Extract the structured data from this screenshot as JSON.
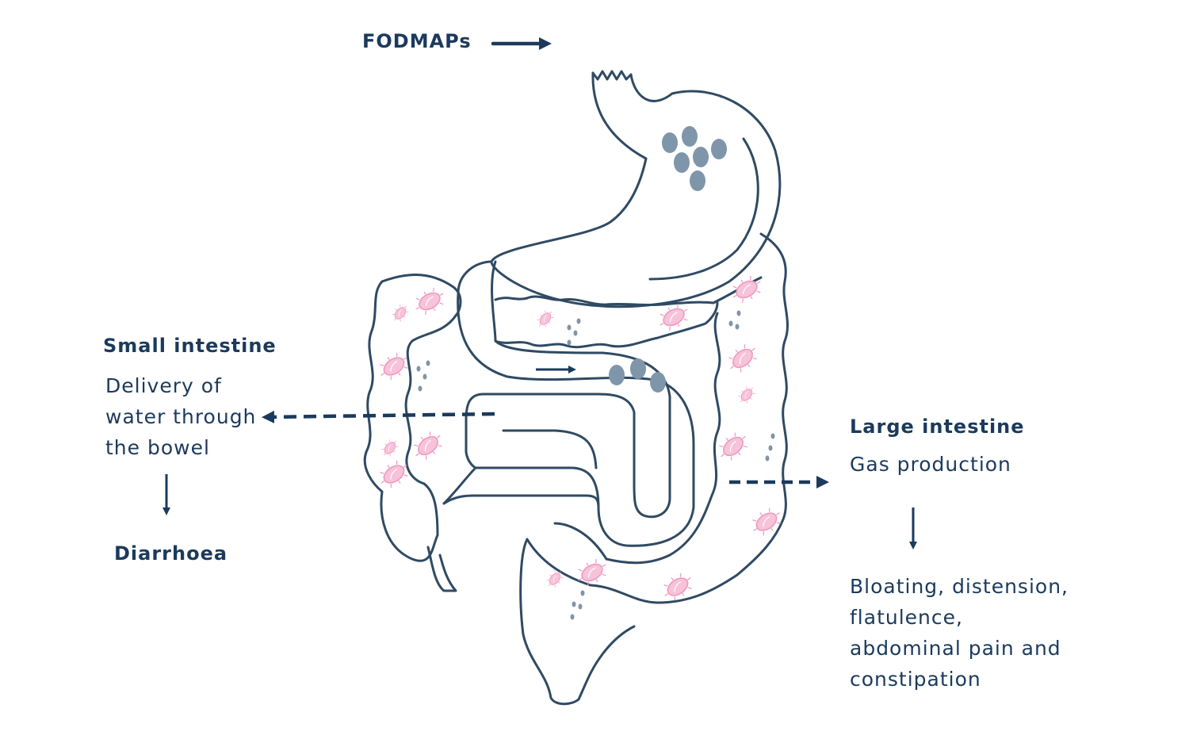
{
  "labels": {
    "fodmaps": "FODMAPs",
    "small_intestine": {
      "title": "Small intestine",
      "description_lines": [
        "Delivery of",
        "water through",
        "the bowel"
      ],
      "outcome": "Diarrhoea"
    },
    "large_intestine": {
      "title": "Large intestine",
      "description": "Gas production",
      "outcome_lines": [
        "Bloating, distension,",
        "flatulence,",
        "abdominal pain and",
        "constipation"
      ]
    }
  },
  "colors": {
    "ink": "#1b3a5c",
    "outline": "#2f4a63",
    "food_particle": "#7f95aa",
    "bacteria_fill": "#f7c3d9",
    "bacteria_stroke": "#ef96bd",
    "background": "#ffffff"
  },
  "icons": [
    "arrow-right-icon",
    "arrow-left-dashed-icon",
    "arrow-right-dashed-icon",
    "arrow-down-icon",
    "bacteria-icon",
    "food-particle-icon"
  ]
}
